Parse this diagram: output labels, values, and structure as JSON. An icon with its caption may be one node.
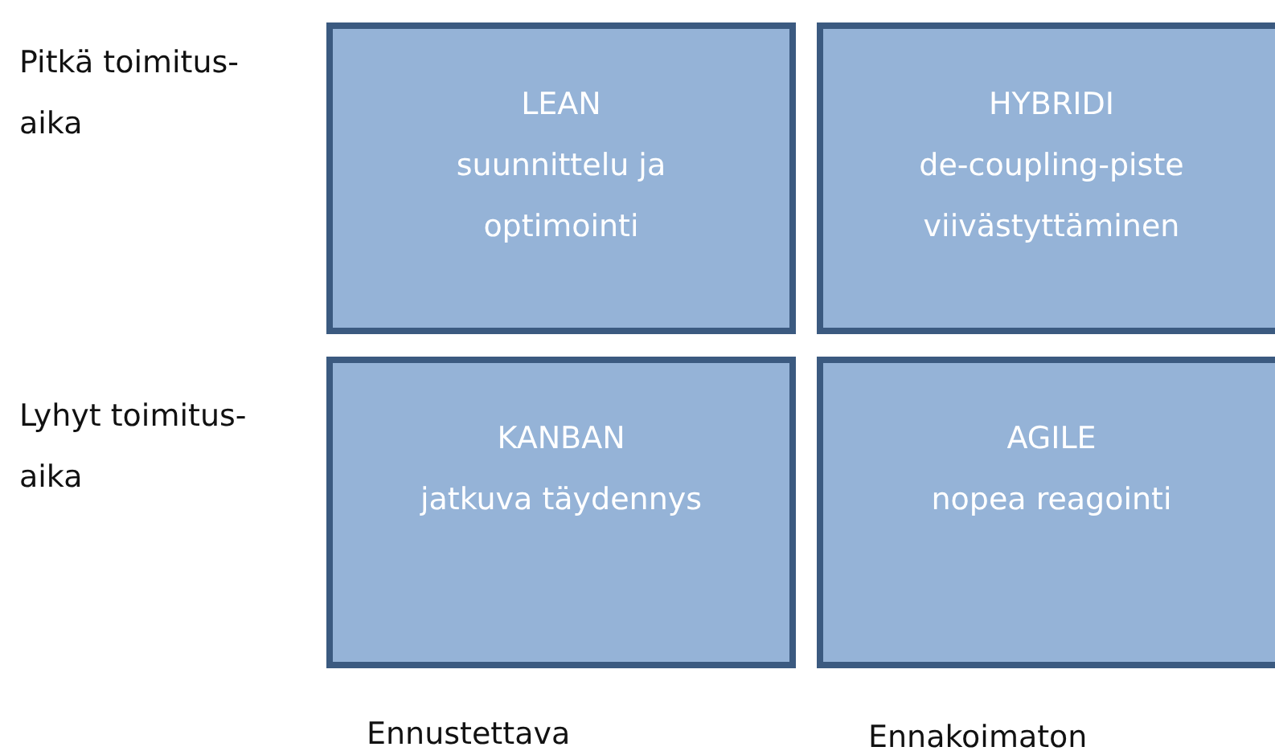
{
  "diagram": {
    "nodes": [
      {
        "text": [
          "LEAN",
          "suunnittelu ja optimointi"
        ]
      },
      {
        "text": [
          "HYBRIDI",
          "de-coupling-piste viivästyttäminen"
        ]
      },
      {
        "text": [
          "KANBAN",
          "jatkuva täydennys"
        ]
      },
      {
        "text": [
          "AGILE",
          "nopea reagointi"
        ]
      }
    ],
    "labels": [
      "Pitkä toimitus- aika",
      "Lyhyt toimitus- aika",
      "Ennustettava",
      "Ennakoimaton"
    ]
  }
}
